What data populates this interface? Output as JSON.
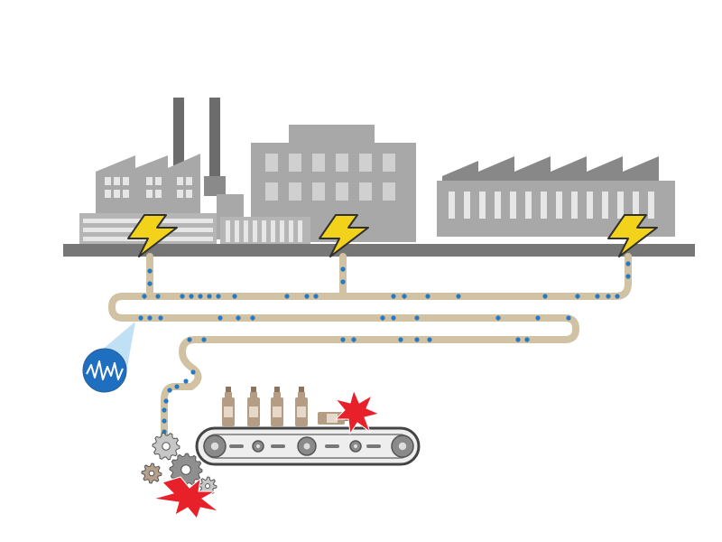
{
  "colors": {
    "background": "#ffffff",
    "building_dark": "#9a9a9a",
    "building_mid": "#a8a8a8",
    "building_light": "#b5b5b5",
    "window": "#e6e6e6",
    "window_dark": "#d0d0d0",
    "chimney": "#6c6c6c",
    "ground": "#777777",
    "pipe": "#d2c2a4",
    "pipe_edge": "#bfae8c",
    "data_dot": "#2478c4",
    "lightning_fill": "#f2d21b",
    "lightning_stroke": "#303030",
    "sensor_blue": "#1f6fc0",
    "sensor_beam": "#b9ddf5",
    "belt_fill": "#eeeeee",
    "belt_stroke": "#444444",
    "roller": "#8a8a8a",
    "bottle": "#b59c84",
    "bottle_cap": "#8c735c",
    "bottle_label": "#e6d9c9",
    "gear_grey": "#8f8f8f",
    "gear_light": "#c6c6c6",
    "gear_tan": "#b6a089",
    "spark": "#e8202a"
  },
  "icons": {
    "power": "lightning-bolt-icon",
    "sensor": "waveform-sensor-icon",
    "fault": "explosion-spark-icon",
    "machine": "gear-icon"
  },
  "components": {
    "factory_buildings": 3,
    "power_feeds": 3,
    "bottles_on_conveyor": 4,
    "conveyor_rollers": 5,
    "gears": 4,
    "fault_sparks": 2
  }
}
